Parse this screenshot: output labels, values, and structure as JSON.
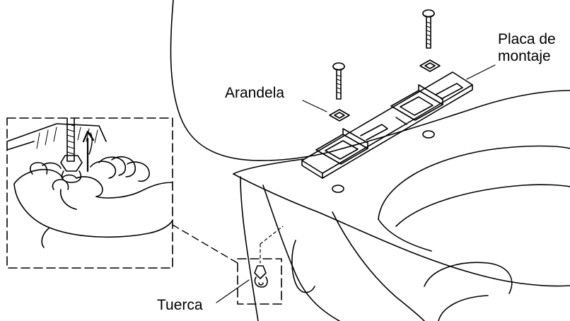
{
  "labels": {
    "placa_line1": "Placa de",
    "placa_line2": "montaje",
    "arandela": "Arandela",
    "tuerca": "Tuerca"
  },
  "colors": {
    "line": "#000000",
    "background": "#ffffff"
  }
}
